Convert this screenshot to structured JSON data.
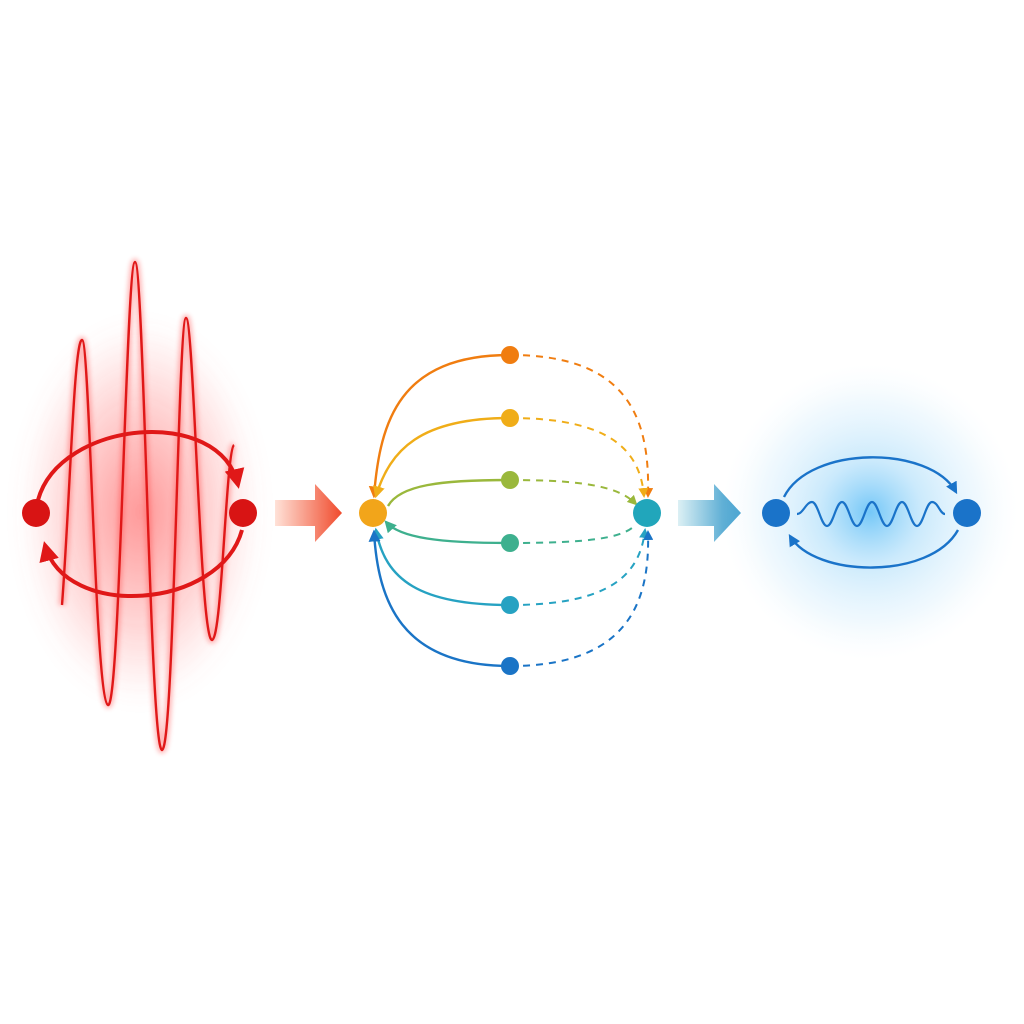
{
  "colors": {
    "background": "#ffffff",
    "stage1_red": "#e01818",
    "stage1_glow": "#ff3b3b",
    "arrow1_start": "#ffd0c4",
    "arrow1_end": "#f04a2c",
    "arrow2_start": "#cfe8f0",
    "arrow2_end": "#2d95c9",
    "stage3_blue": "#1a73c9",
    "stage3_glow": "#7fc8f5",
    "hub_left": "#f2a51a",
    "hub_right": "#21a6bb"
  },
  "stage2_paths": [
    {
      "color": "#f07d10"
    },
    {
      "color": "#f0ad18"
    },
    {
      "color": "#9ab83c"
    },
    {
      "color": "#3eb08e"
    },
    {
      "color": "#26a2c2"
    },
    {
      "color": "#1a74c6"
    }
  ],
  "icons": {
    "stage1": "intense-oscillating-field-cycle",
    "transition1": "right-arrow",
    "stage2": "multi-path-network",
    "transition2": "right-arrow",
    "stage3": "coherent-wave-cycle"
  }
}
